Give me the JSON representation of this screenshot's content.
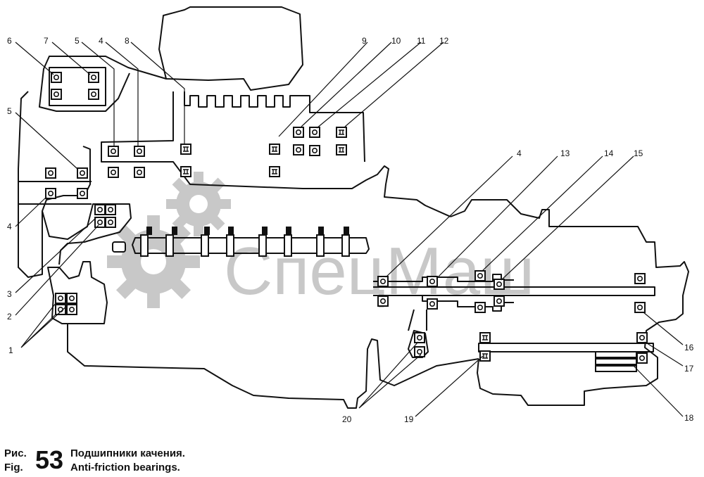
{
  "figure": {
    "prefix_ru": "Рис.",
    "prefix_en": "Fig.",
    "number": "53",
    "title_ru": "Подшипники качения.",
    "title_en": "Anti-friction bearings."
  },
  "watermark": {
    "text": "СпецМаш",
    "color": "#c8c8c8"
  },
  "colors": {
    "line": "#111111",
    "watermark": "#c8c8c8"
  },
  "callouts": [
    {
      "id": "c-6",
      "label": "6"
    },
    {
      "id": "c-7",
      "label": "7"
    },
    {
      "id": "c-5a",
      "label": "5"
    },
    {
      "id": "c-4a",
      "label": "4"
    },
    {
      "id": "c-8",
      "label": "8"
    },
    {
      "id": "c-9",
      "label": "9"
    },
    {
      "id": "c-10",
      "label": "10"
    },
    {
      "id": "c-11",
      "label": "11"
    },
    {
      "id": "c-12",
      "label": "12"
    },
    {
      "id": "c-5b",
      "label": "5"
    },
    {
      "id": "c-4b",
      "label": "4"
    },
    {
      "id": "c-3",
      "label": "3"
    },
    {
      "id": "c-2",
      "label": "2"
    },
    {
      "id": "c-1",
      "label": "1"
    },
    {
      "id": "c-4c",
      "label": "4"
    },
    {
      "id": "c-13",
      "label": "13"
    },
    {
      "id": "c-14",
      "label": "14"
    },
    {
      "id": "c-15",
      "label": "15"
    },
    {
      "id": "c-16",
      "label": "16"
    },
    {
      "id": "c-17",
      "label": "17"
    },
    {
      "id": "c-18",
      "label": "18"
    },
    {
      "id": "c-19",
      "label": "19"
    },
    {
      "id": "c-20",
      "label": "20"
    }
  ]
}
